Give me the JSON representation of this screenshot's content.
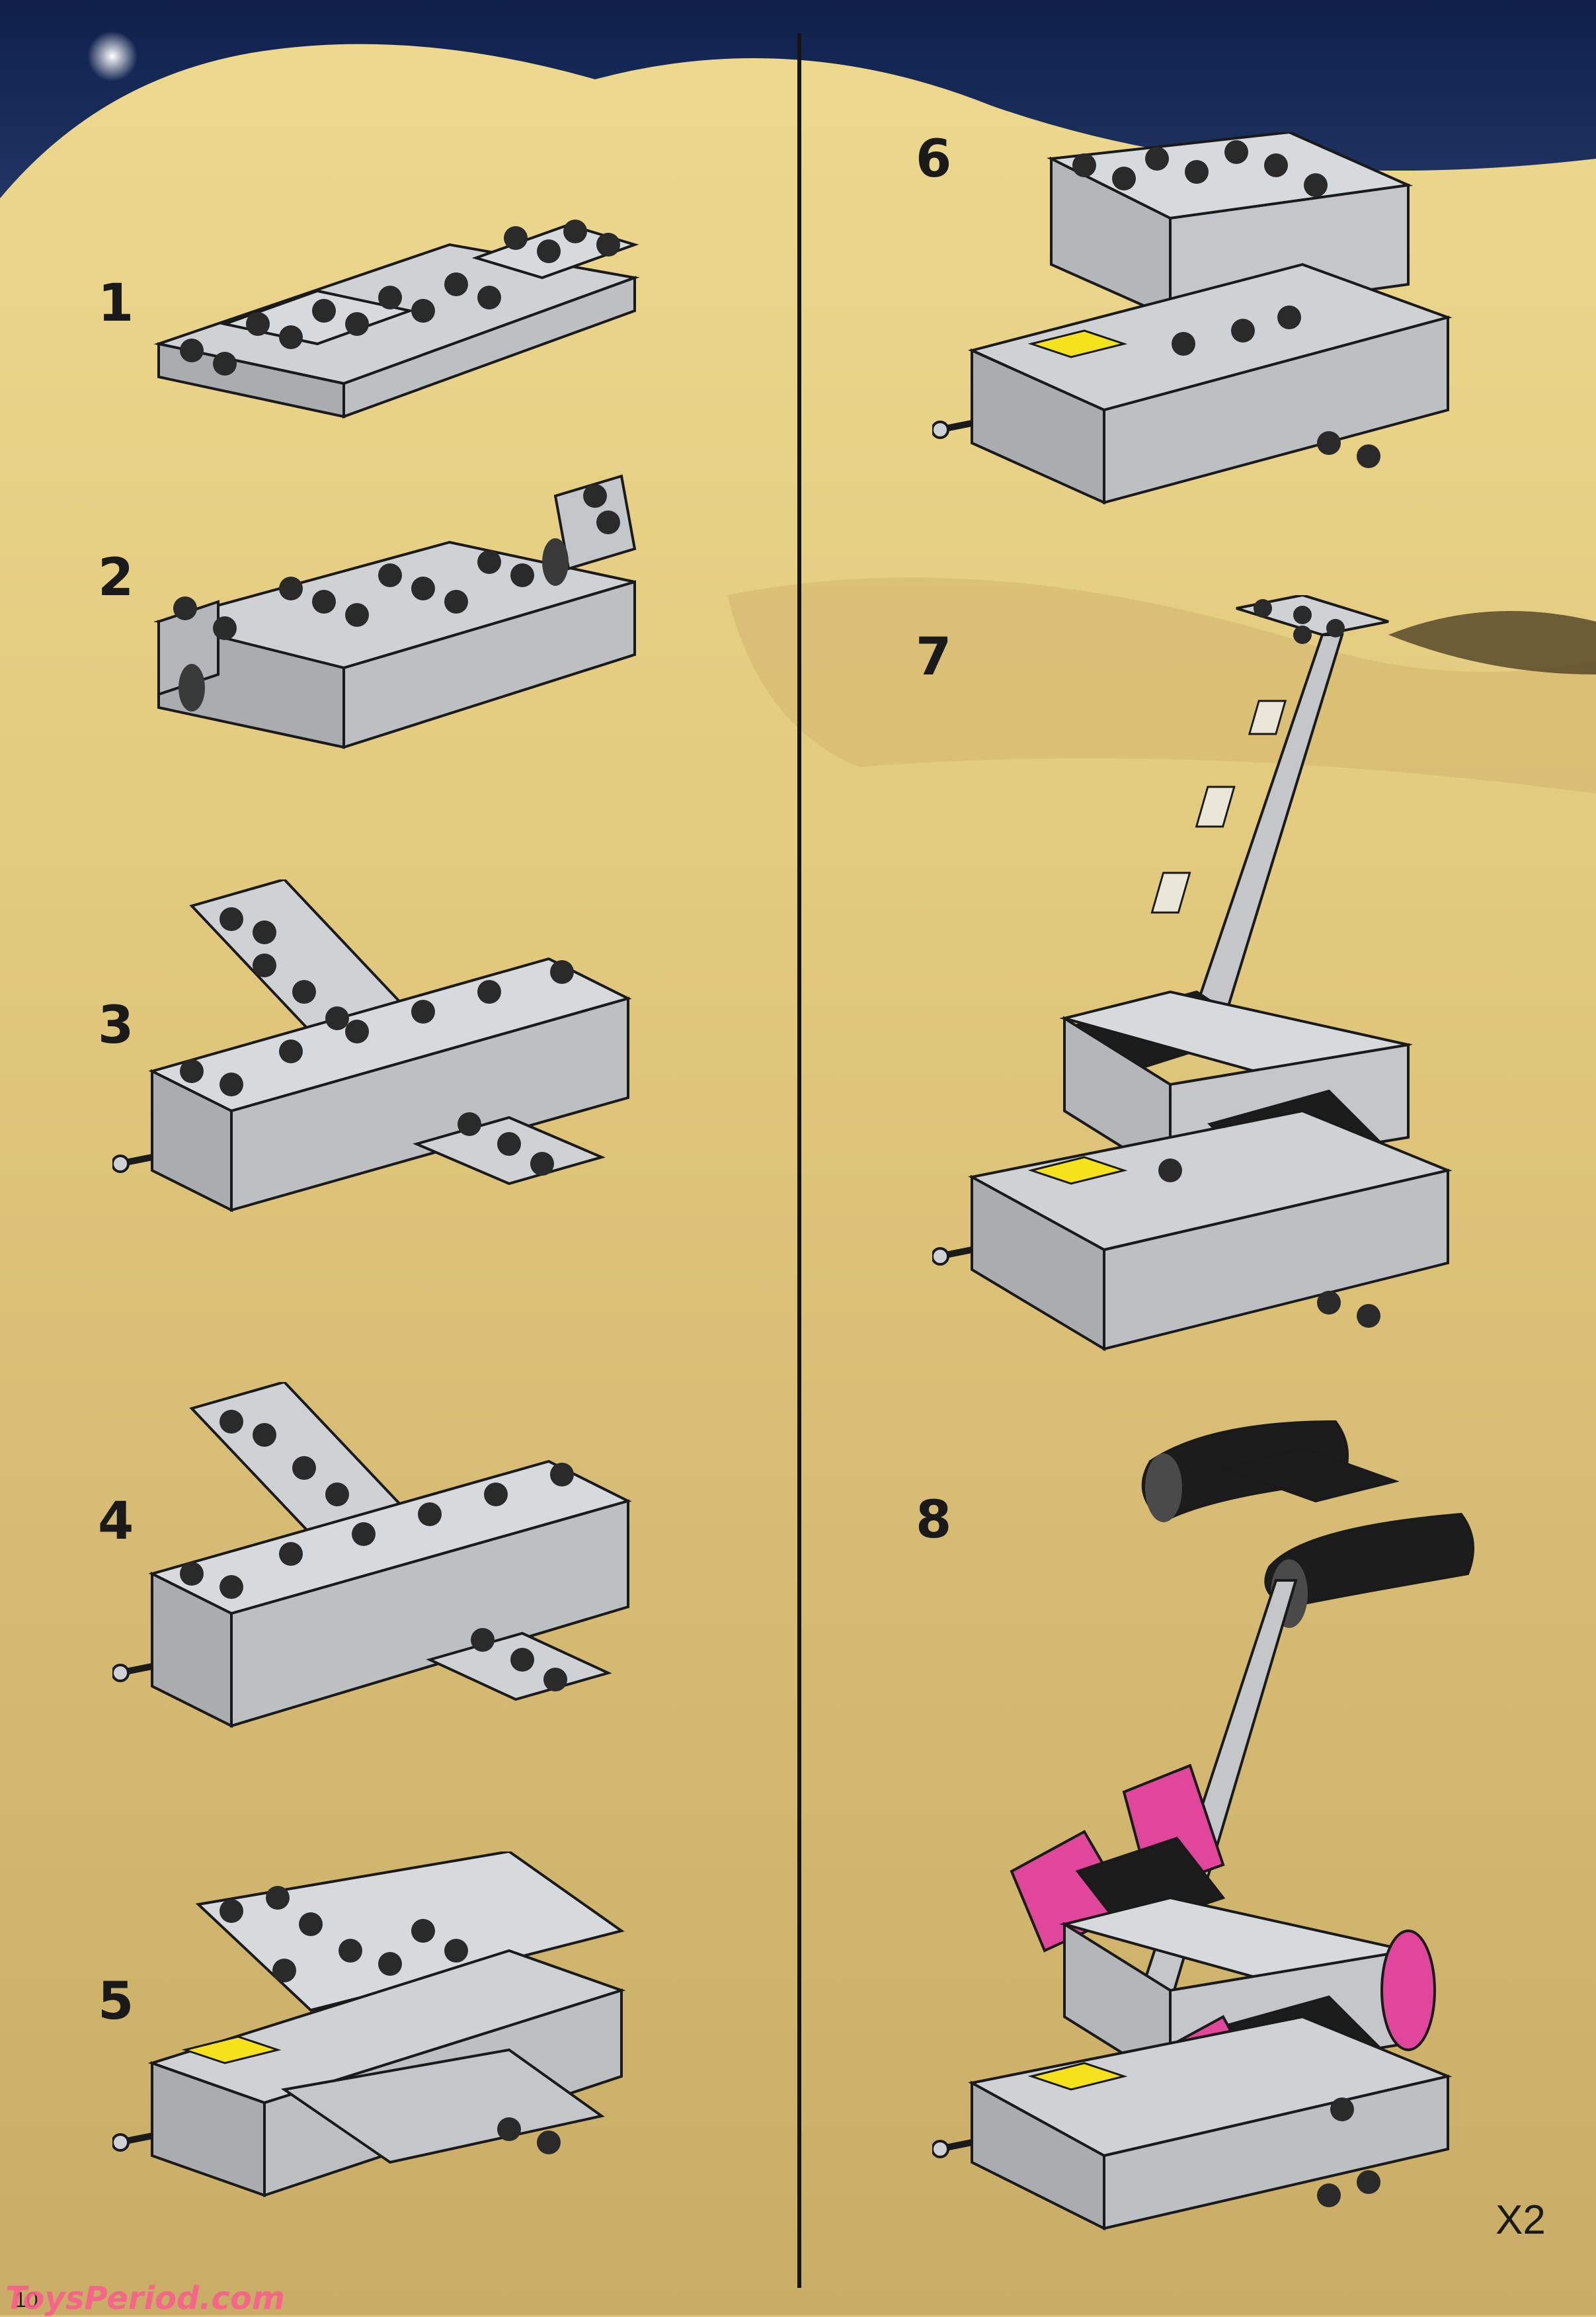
{
  "steps": [
    {
      "number": "1",
      "model": "step1-plate-assembly"
    },
    {
      "number": "2",
      "model": "step2-brick-assembly"
    },
    {
      "number": "3",
      "model": "step3-wing-cross"
    },
    {
      "number": "4",
      "model": "step4-wing-cross"
    },
    {
      "number": "5",
      "model": "step5-wedge-plate"
    },
    {
      "number": "6",
      "model": "step6-large-brick"
    },
    {
      "number": "7",
      "model": "step7-ladder-mast"
    },
    {
      "number": "8",
      "model": "step8-engines"
    }
  ],
  "multiplier": "X2",
  "page_number": "10",
  "watermark": "ToysPeriod.com",
  "colors": {
    "brick_grey": "#c8cbcd",
    "outline": "#1a1a1a",
    "sand": "#d9c27a",
    "sky": "#1c2f5c",
    "accent_pink": "#e0479b",
    "black_part": "#1c1c1c",
    "arrow_yellow": "#f4e21c"
  }
}
